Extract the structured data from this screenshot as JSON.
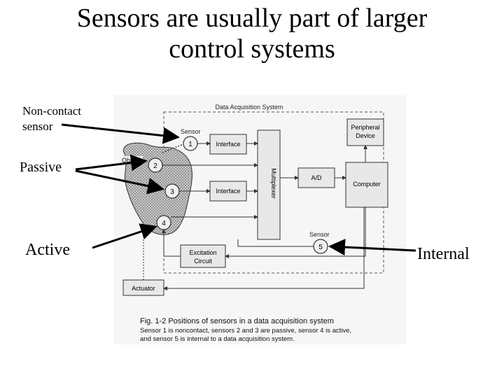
{
  "title": {
    "line1": "Sensors are usually part of larger",
    "line2": "control systems"
  },
  "callouts": {
    "non_contact": "Non-contact sensor",
    "passive": "Passive",
    "active": "Active",
    "internal": "Internal"
  },
  "figure": {
    "das_label": "Data Acquisition System",
    "sensor_label_top": "Sensor",
    "object_label": "Object",
    "interface_1": "Interface",
    "interface_2": "Interface",
    "multiplexer": "Multiplexer",
    "ad": "A/D",
    "peripheral_1": "Peripheral",
    "peripheral_2": "Device",
    "computer": "Computer",
    "sensor_label_bottom": "Sensor",
    "excitation_1": "Excitation",
    "excitation_2": "Circuit",
    "actuator": "Actuator",
    "sensor_numbers": [
      "1",
      "2",
      "3",
      "4",
      "5"
    ],
    "caption_1": "Fig. 1-2 Positions of sensors in a data acquisition system",
    "caption_2": "Sensor 1 is noncontact, sensors 2 and 3 are passive, sensor 4 is active,",
    "caption_3": "and sensor 5 is internal to a data acquisition system."
  }
}
